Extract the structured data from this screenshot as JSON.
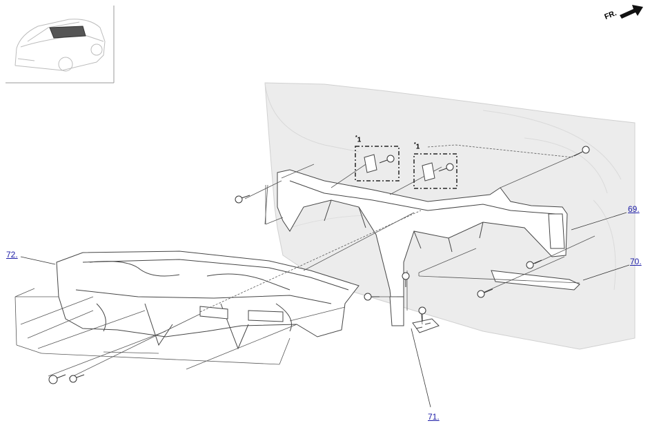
{
  "orientation": {
    "label": "FR."
  },
  "marks": {
    "star": "*",
    "num": "1"
  },
  "callouts": [
    {
      "id": "c69",
      "label": "69."
    },
    {
      "id": "c70",
      "label": "70."
    },
    {
      "id": "c71",
      "label": "71."
    },
    {
      "id": "c72",
      "label": "72."
    }
  ],
  "colors": {
    "link": "#1a1aa6",
    "body_panel": "#ececec",
    "line": "#444444"
  }
}
